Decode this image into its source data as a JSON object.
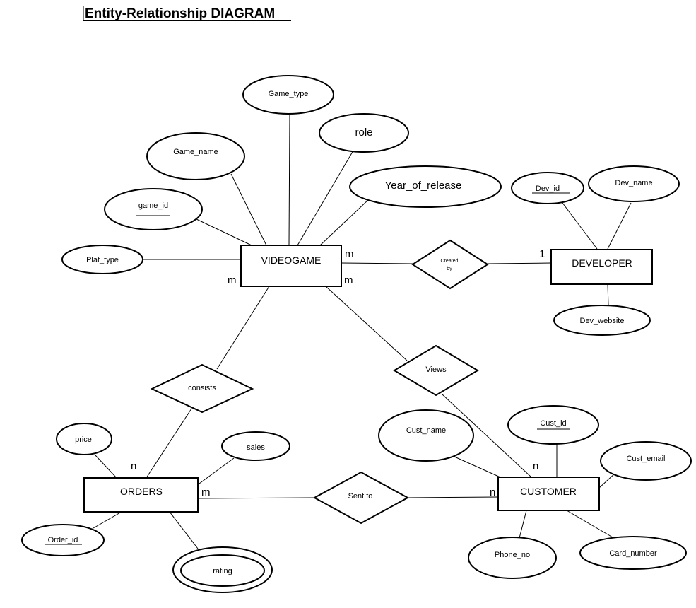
{
  "title": "Entity-Relationship DIAGRAM",
  "entities": {
    "videogame": "VIDEOGAME",
    "developer": "DEVELOPER",
    "orders": "ORDERS",
    "customer": "CUSTOMER"
  },
  "relationships": {
    "created_by_1": "Created",
    "created_by_2": "by",
    "views": "Views",
    "consists": "consists",
    "sent_to": "Sent to"
  },
  "attributes": {
    "game_type": "Game_type",
    "role": "role",
    "game_name": "Game_name",
    "year_of_release": "Year_of_release",
    "game_id": "game_id",
    "plat_type": "Plat_type",
    "dev_id": "Dev_id",
    "dev_name": "Dev_name",
    "dev_website": "Dev_website",
    "price": "price",
    "sales": "sales",
    "order_id": "Order_id",
    "rating": "rating",
    "cust_name": "Cust_name",
    "cust_id": "Cust_id",
    "cust_email": "Cust_email",
    "phone_no": "Phone_no",
    "card_number": "Card_number"
  },
  "cardinalities": {
    "vg_created": "m",
    "dev_created": "1",
    "vg_consists": "m",
    "vg_views": "m",
    "orders_consists": "n",
    "orders_sent": "m",
    "cust_sent": "n",
    "cust_views": "n"
  }
}
